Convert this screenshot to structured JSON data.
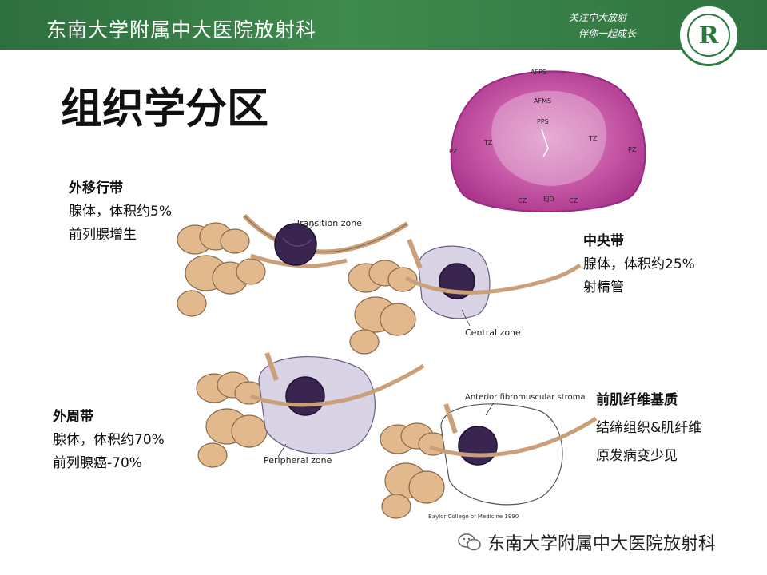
{
  "header": {
    "title": "东南大学附属中大医院放射科",
    "slogan_line1": "关注中大放射",
    "slogan_line2": "伴你一起成长",
    "logo_letter": "R",
    "colors": {
      "bar": "#3a8548",
      "logo_ring": "#2f7a3d"
    }
  },
  "page_title": "组织学分区",
  "zones": {
    "transition": {
      "heading": "外移行带",
      "line1": "腺体，体积约5%",
      "line2": "前列腺增生"
    },
    "central": {
      "heading": "中央带",
      "line1": "腺体，体积约25%",
      "line2": "射精管"
    },
    "peripheral": {
      "heading": "外周带",
      "line1": "腺体，体积约70%",
      "line2": "前列腺癌-70%"
    },
    "anterior": {
      "heading": "前肌纤维基质",
      "line1": "结缔组织&肌纤维",
      "line2": "原发病变少见"
    }
  },
  "histology_labels": {
    "afps": "AFPS",
    "afms": "AFMS",
    "pps": "PPS",
    "tz_left": "TZ",
    "tz_right": "TZ",
    "pz_left": "PZ",
    "pz_right": "PZ",
    "cz_left": "CZ",
    "ejd": "EJD",
    "cz_right": "CZ"
  },
  "diagram_labels": {
    "transition": "Transition zone",
    "central": "Central zone",
    "peripheral": "Peripheral zone",
    "anterior": "Anterior fibromuscular stroma"
  },
  "credit": "Baylor College of Medicine 1990",
  "watermark": "东南大学附属中大医院放射科"
}
